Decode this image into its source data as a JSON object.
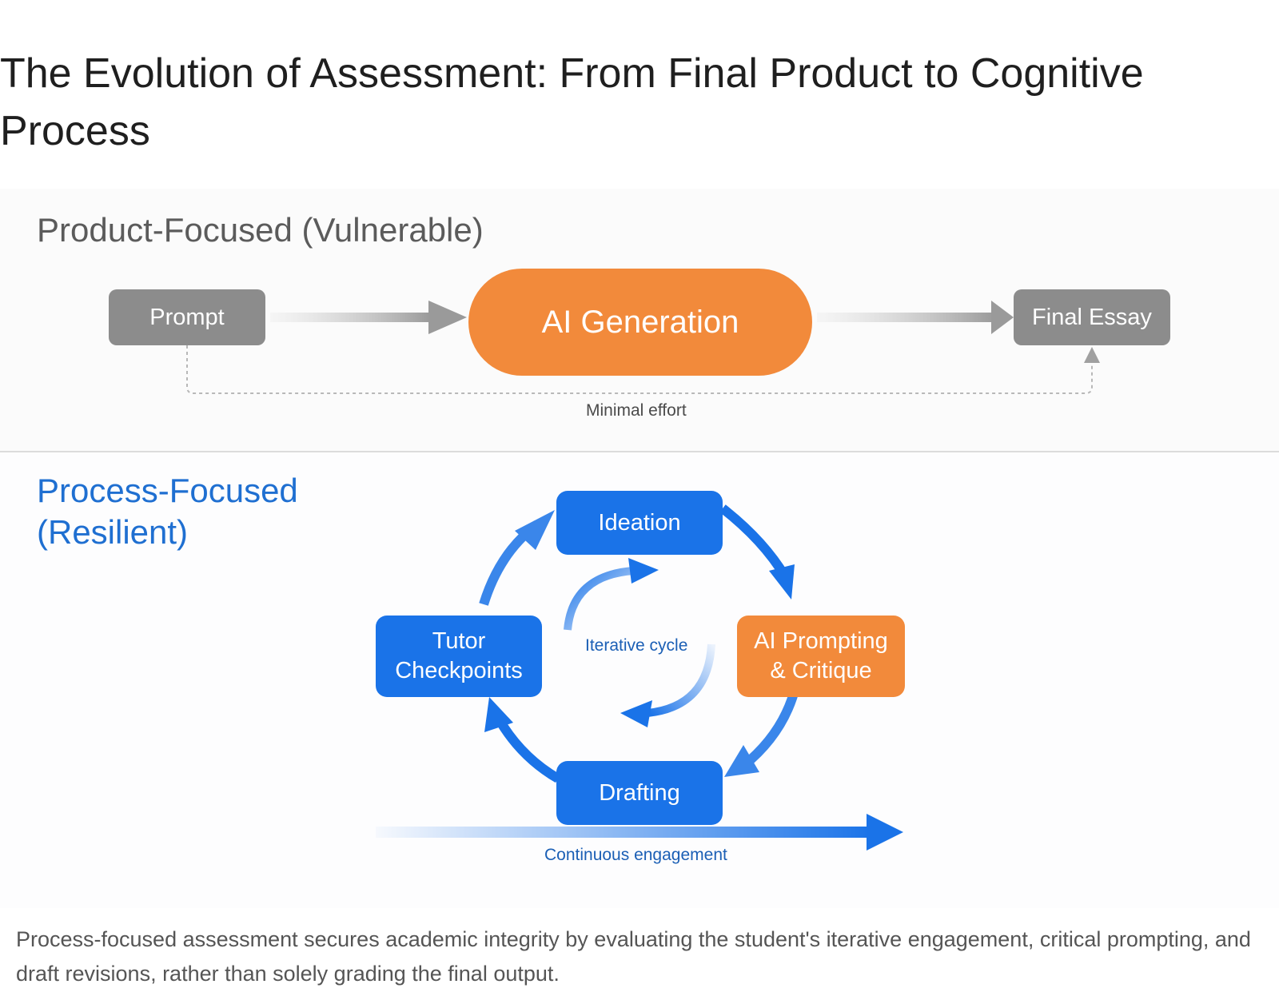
{
  "title": "The Evolution of Assessment: From Final Product to Cognitive Process",
  "product": {
    "heading": "Product-Focused (Vulnerable)",
    "prompt_label": "Prompt",
    "ai_label": "AI Generation",
    "final_label": "Final Essay",
    "loop_label": "Minimal effort"
  },
  "process": {
    "heading": "Process-Focused (Resilient)",
    "ideation_label": "Ideation",
    "ai_prompting_label": "AI Prompting & Critique",
    "drafting_label": "Drafting",
    "tutor_label": "Tutor Checkpoints",
    "cycle_label": "Iterative cycle",
    "engagement_label": "Continuous engagement"
  },
  "caption": "Process-focused assessment secures academic integrity by evaluating the student's iterative engagement, critical prompting, and draft revisions, rather than solely grading the final output.",
  "colors": {
    "orange": "#f28a3b",
    "blue": "#1a73e8",
    "gray": "#8c8c8c",
    "heading_blue": "#1f6fd1"
  }
}
